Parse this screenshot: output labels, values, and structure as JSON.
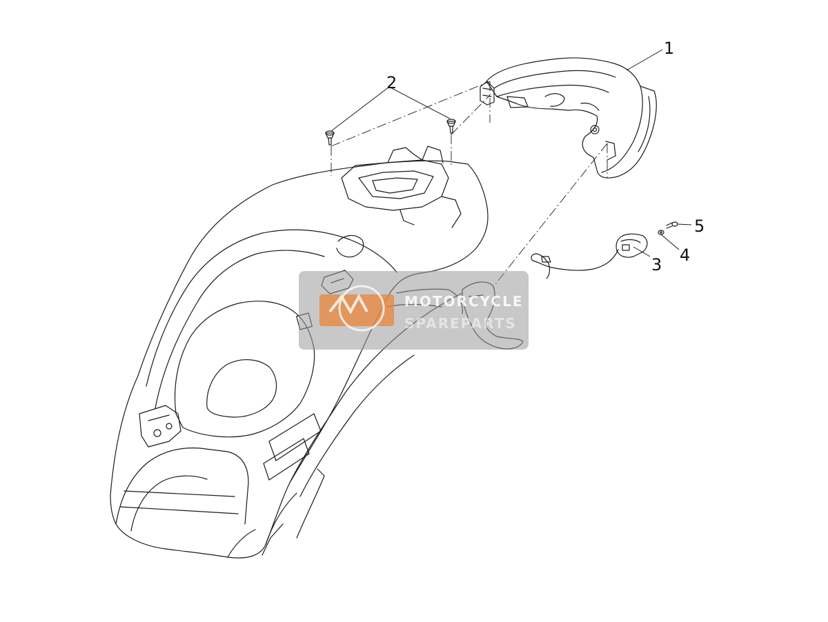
{
  "diagram": {
    "callouts": [
      {
        "id": "1",
        "label": "1"
      },
      {
        "id": "2",
        "label": "2"
      },
      {
        "id": "3",
        "label": "3"
      },
      {
        "id": "4",
        "label": "4"
      },
      {
        "id": "5",
        "label": "5"
      }
    ]
  },
  "watermark": {
    "line1": "MOTORCYCLE",
    "line2": "SPAREPARTS"
  },
  "colors": {
    "line": "#1a1a1a",
    "watermark_bg": "#a0a0a0",
    "watermark_logo": "#e8863a"
  }
}
